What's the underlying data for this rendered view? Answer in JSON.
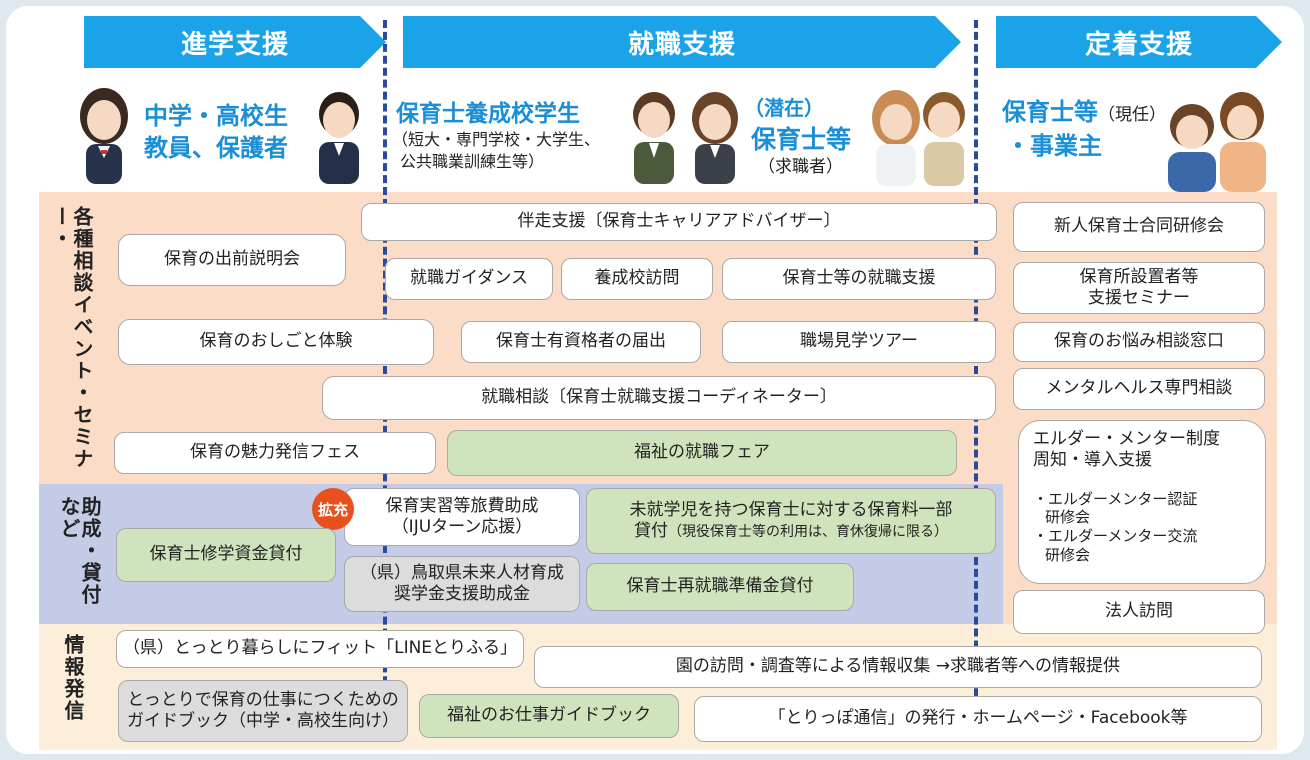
{
  "stages": {
    "shingaku": "進学支援",
    "shushoku": "就職支援",
    "teichaku": "定着支援"
  },
  "targets": {
    "t1_line1": "中学・高校生",
    "t1_line2": "教員、保護者",
    "t2_title": "保育士養成校学生",
    "t2_line1": "（短大・専門学校・大学生、",
    "t2_line2": "公共職業訓練生等）",
    "t3_pre": "（潜在）",
    "t3_title": "保育士等",
    "t3_sub": "（求職者）",
    "t4_title": "保育士等",
    "t4_paren": "（現任）",
    "t4_line2": "・事業主"
  },
  "band_labels": {
    "event": "各種相談イベント・セミナー・",
    "loan": "助成・貸付など",
    "info": "情報発信"
  },
  "event_items": {
    "tomoni": "伴走支援〔保育士キャリアアドバイザー〕",
    "demae": "保育の出前説明会",
    "guidance": "就職ガイダンス",
    "yoseiko": "養成校訪問",
    "shushoku_shien": "保育士等の就職支援",
    "oshigoto": "保育のおしごと体験",
    "todokede": "保育士有資格者の届出",
    "kengaku": "職場見学ツアー",
    "soudan": "就職相談〔保育士就職支援コーディネーター〕",
    "miryoku": "保育の魅力発信フェス",
    "fukushi_fair": "福祉の就職フェア"
  },
  "teichaku_items": {
    "goudou": "新人保育士合同研修会",
    "setchisha_1": "保育所設置者等",
    "setchisha_2": "支援セミナー",
    "onayami": "保育のお悩み相談窓口",
    "mental": "メンタルヘルス専門相談",
    "elder_1": "エルダー・メンター制度",
    "elder_2": "周知・導入支援",
    "elder_3": "・エルダーメンター認証",
    "elder_4": "研修会",
    "elder_5": "・エルダーメンター交流",
    "elder_6": "研修会",
    "houjin": "法人訪問"
  },
  "loan_items": {
    "kakujuu": "拡充",
    "jisshu_1": "保育実習等旅費助成",
    "jisshu_2": "（IJUターン応援）",
    "mishugaku_1": "未就学児を持つ保育士に対する保育料一部",
    "mishugaku_2": "貸付",
    "mishugaku_3": "（現役保育士等の利用は、育休復帰に限る）",
    "shugaku": "保育士修学資金貸付",
    "mirai_1": "（県）鳥取県未来人材育成",
    "mirai_2": "奨学金支援助成金",
    "saishushoku": "保育士再就職準備金貸付"
  },
  "info_items": {
    "line": "（県）とっとり暮らしにフィット「LINEとりふる」",
    "guide_1": "とっとりで保育の仕事につくための",
    "guide_2": "ガイドブック（中学・高校生向け）",
    "fukushi_guide": "福祉のお仕事ガイドブック",
    "houmon": "園の訪問・調査等による情報収集 →求職者等への情報提供",
    "torippo": "「とりっぽ通信」の発行・ホームページ・Facebook等"
  },
  "colors": {
    "arrow": "#1aa3e8",
    "event_band": "#fbdcc6",
    "loan_band": "#c4cbe7",
    "info_band": "#fdeed9",
    "green_box": "#cfe4bd",
    "gray_box": "#dcdcdc",
    "expand_badge": "#e8501e",
    "divider": "#2c4a9a"
  }
}
